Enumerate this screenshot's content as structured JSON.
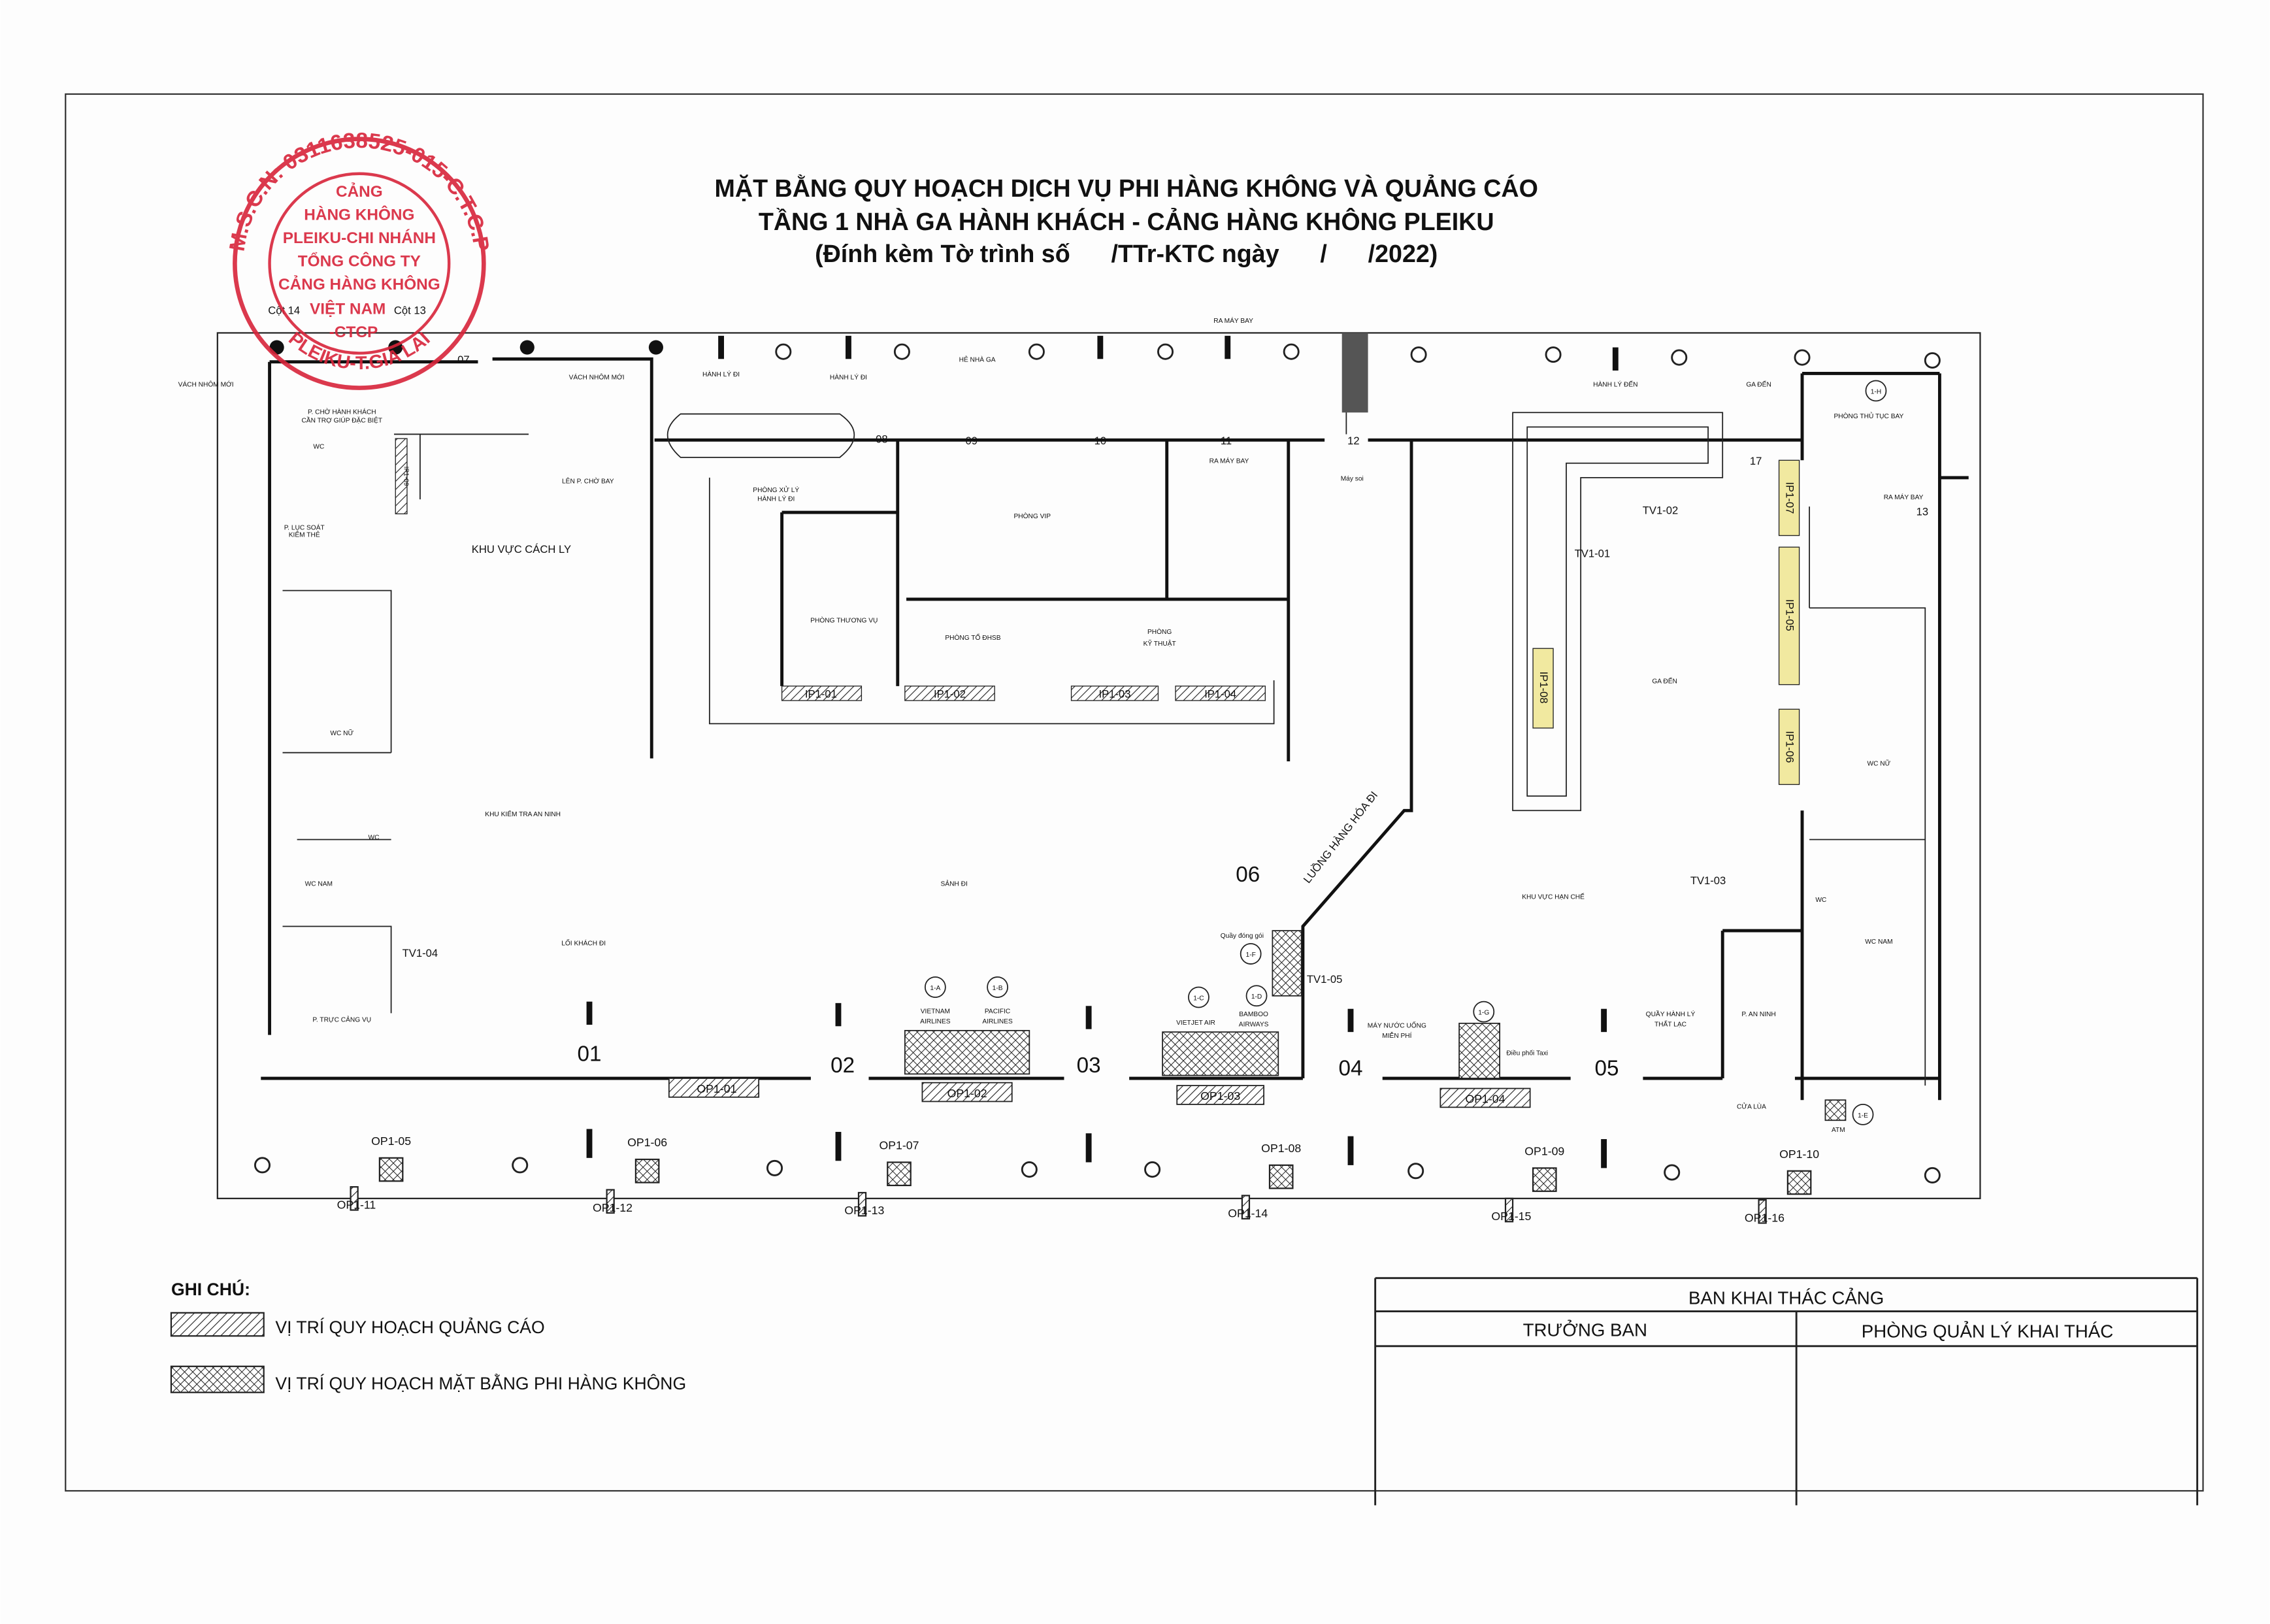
{
  "title": {
    "line1": "MẶT BẰNG QUY HOẠCH DỊCH VỤ PHI HÀNG KHÔNG VÀ QUẢNG CÁO",
    "line2": "TẦNG 1 NHÀ GA HÀNH KHÁCH - CẢNG HÀNG KHÔNG PLEIKU",
    "line3": "(Đính kèm Tờ trình số      /TTr-KTC ngày      /      /2022)"
  },
  "stamp": {
    "outer": "M.S.C.N: 0311638525-015-C.T.C.P",
    "inner": [
      "CẢNG",
      "HÀNG KHÔNG",
      "PLEIKU-CHI NHÁNH",
      "TỔNG CÔNG TY",
      "CẢNG HÀNG KHÔNG",
      "VIỆT NAM",
      "-CTCP"
    ],
    "bottom": "PLEIKU-T.GIA LAI",
    "color": "#d8243a"
  },
  "plan": {
    "labels": [
      "RA MÁY BAY",
      "Cột 14",
      "Cột 13",
      "07",
      "VÁCH NHÔM MỚI",
      "VÁCH NHÔM MỚI",
      "HÀNH LÝ ĐI",
      "HÀNH LÝ ĐI",
      "HẺ NHÀ GA",
      "HÀNH LÝ ĐẾN",
      "GA ĐẾN",
      "PHÒNG THỦ TỤC BAY",
      "RA MÁY BAY",
      "13",
      "17",
      "08",
      "09",
      "10",
      "11",
      "12",
      "P. CHỜ HÀNH KHÁCH",
      "CẦN TRỢ GIÚP ĐẶC BIỆT",
      "LÊN P. CHỜ BAY",
      "P. LỤC SOÁT",
      "KIỂM THẺ",
      "KHU VỰC CÁCH LY",
      "PHÒNG XỬ LÝ",
      "HÀNH LÝ ĐI",
      "PHÒNG VIP",
      "RA MÁY BAY",
      "Máy soi",
      "TV1-02",
      "TV1-01",
      "PHÒNG THƯƠNG VỤ",
      "PHÒNG TỔ ĐHSB",
      "PHÒNG",
      "KỸ THUẬT",
      "GA ĐẾN",
      "WC NỮ",
      "WC NỮ",
      "KHU KIỂM TRA AN NINH",
      "WC",
      "WC NAM",
      "WC NAM",
      "WC",
      "WC",
      "LỐI KHÁCH ĐI",
      "SẢNH ĐI",
      "06",
      "LUỒNG HÀNG HÓA ĐI",
      "KHU VỰC HẠN CHẾ",
      "TV1-03",
      "TV1-04",
      "TV1-05",
      "Quầy đóng gói",
      "VIETNAM",
      "AIRLINES",
      "PACIFIC",
      "AIRLINES",
      "VIETJET AIR",
      "BAMBOO",
      "AIRWAYS",
      "MÁY NƯỚC UỐNG",
      "MIỄN PHÍ",
      "Điều phối Taxi",
      "QUẦY HÀNH LÝ",
      "THẤT LẠC",
      "P. AN NINH",
      "P. TRỰC CẢNG VỤ",
      "01",
      "02",
      "03",
      "04",
      "05",
      "CỬA LÙA",
      "ATM"
    ],
    "circles": [
      "1-A",
      "1-B",
      "1-C",
      "1-D",
      "1-E",
      "1-F",
      "1-G",
      "1-H"
    ],
    "advertising": {
      "horizontal": [
        "OP1-01",
        "OP1-02",
        "OP1-03",
        "OP1-04",
        "IP1-01",
        "IP1-02",
        "IP1-03",
        "IP1-04"
      ],
      "vertical": [
        "IP1-07",
        "IP1-05",
        "IP1-06",
        "IP1-08",
        "IP1-09"
      ]
    },
    "outdoor_top": [
      "OP1-05",
      "OP1-06",
      "OP1-07",
      "OP1-08",
      "OP1-09",
      "OP1-10"
    ],
    "outdoor_bottom": [
      "OP1-11",
      "OP1-12",
      "OP1-13",
      "OP1-14",
      "OP1-15",
      "OP1-16"
    ]
  },
  "legend": {
    "heading": "GHI CHÚ:",
    "items": [
      {
        "label": "VỊ TRÍ QUY HOẠCH QUẢNG CÁO",
        "pattern": "diagonal-hatch"
      },
      {
        "label": "VỊ TRÍ QUY HOẠCH MẶT BẰNG PHI HÀNG KHÔNG",
        "pattern": "cross-hatch"
      }
    ]
  },
  "signature_block": {
    "header": "BAN KHAI THÁC CẢNG",
    "col1": "TRƯỞNG BAN",
    "col2": "PHÒNG QUẢN LÝ KHAI THÁC"
  }
}
